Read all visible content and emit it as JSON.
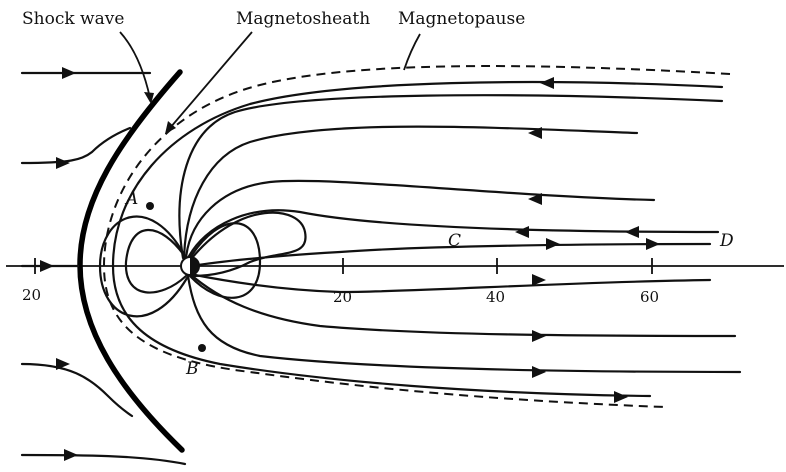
{
  "labels": {
    "shock_wave": "Shock wave",
    "magnetosheath": "Magnetosheath",
    "magnetopause": "Magnetopause"
  },
  "points": {
    "a": "A",
    "b": "B",
    "c": "C",
    "d": "D"
  },
  "axis": {
    "ticks": [
      "20",
      "20",
      "40",
      "60"
    ]
  }
}
